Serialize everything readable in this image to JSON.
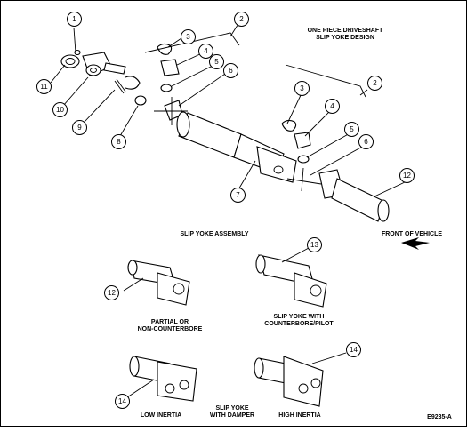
{
  "labels": {
    "design_title_line1": "ONE PIECE DRIVESHAFT",
    "design_title_line2": "SLIP YOKE DESIGN",
    "assembly_title": "SLIP YOKE ASSEMBLY",
    "front_of_vehicle": "FRONT OF VEHICLE",
    "partial_line1": "PARTIAL OR",
    "partial_line2": "NON-COUNTERBORE",
    "counterbore_line1": "SLIP YOKE WITH",
    "counterbore_line2": "COUNTERBORE/PILOT",
    "low_inertia": "LOW INERTIA",
    "damper_line1": "SLIP YOKE",
    "damper_line2": "WITH DAMPER",
    "high_inertia": "HIGH INERTIA",
    "figure_code": "E9235-A"
  },
  "callouts": {
    "c1": "1",
    "c2a": "2",
    "c2b": "2",
    "c3a": "3",
    "c3b": "3",
    "c4a": "4",
    "c4b": "4",
    "c5a": "5",
    "c5b": "5",
    "c6a": "6",
    "c6b": "6",
    "c7": "7",
    "c8": "8",
    "c9": "9",
    "c10": "10",
    "c11": "11",
    "c12a": "12",
    "c12b": "12",
    "c13": "13",
    "c14a": "14",
    "c14b": "14"
  },
  "icons": {
    "front_arrow": "arrow-icon"
  }
}
